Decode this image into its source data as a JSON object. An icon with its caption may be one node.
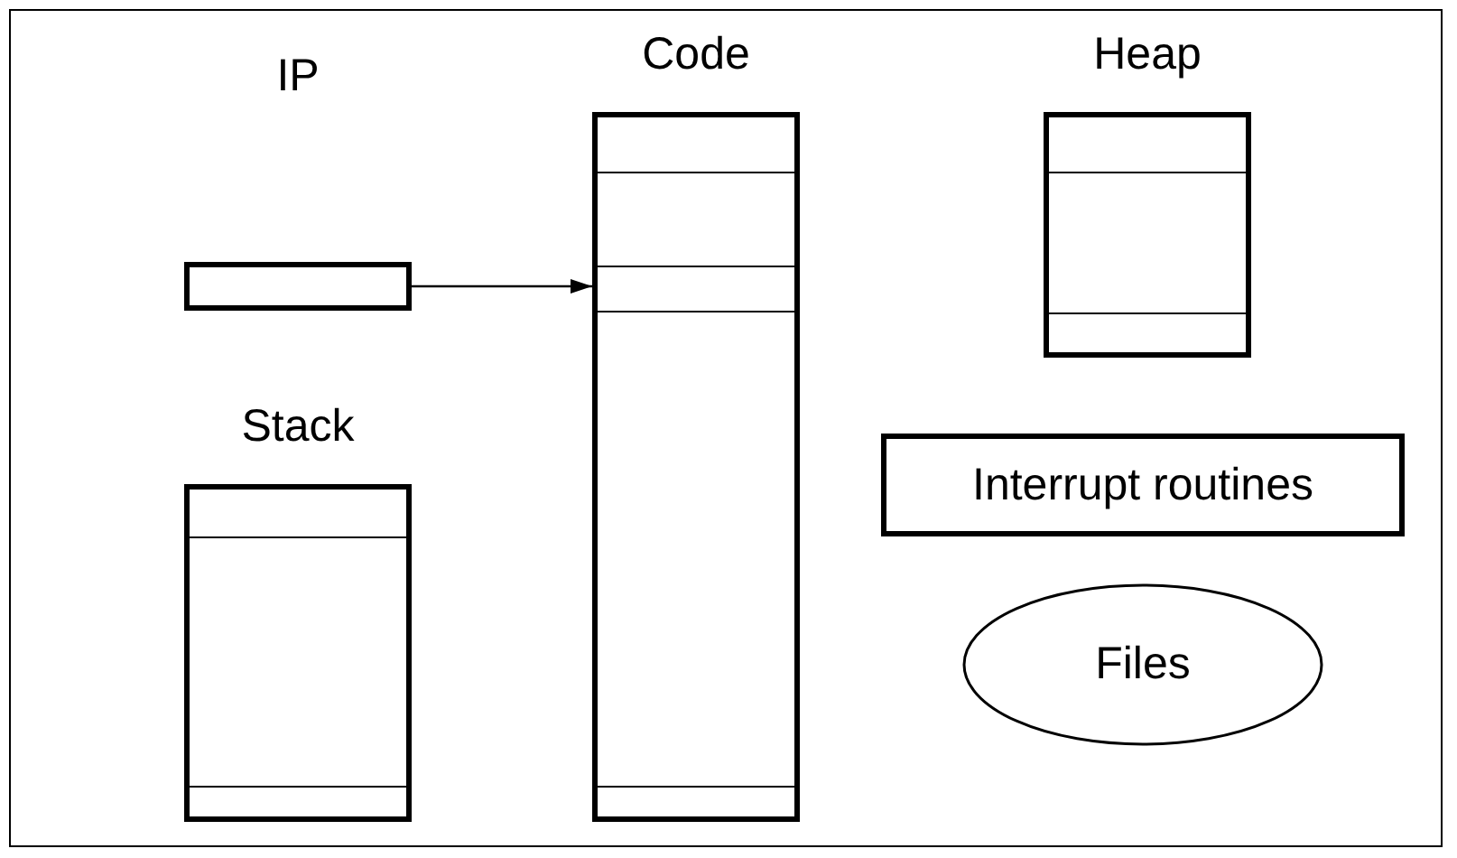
{
  "diagram": {
    "nodes": [
      {
        "text": [
          "IP"
        ]
      },
      {
        "text": [
          "Code"
        ]
      },
      {
        "text": [
          "Heap"
        ]
      },
      {
        "text": [
          "Stack"
        ]
      },
      {
        "text": [
          "Interrupt routines"
        ]
      },
      {
        "text": [
          "Files"
        ]
      }
    ],
    "edges": [
      {
        "from": 0,
        "to": 1,
        "arrow": "to"
      }
    ]
  }
}
